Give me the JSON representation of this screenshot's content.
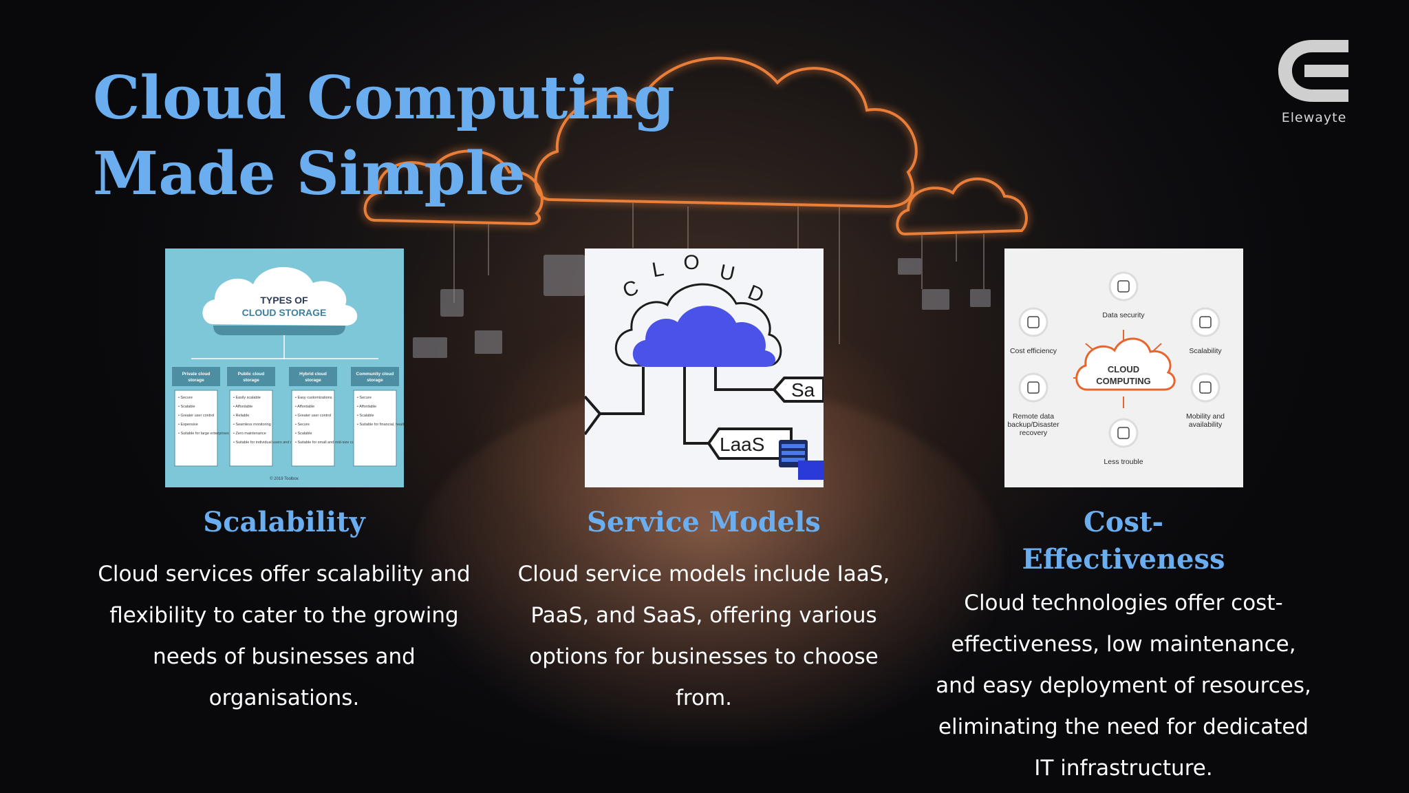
{
  "slide": {
    "title": "Cloud Computing Made Simple",
    "brand": "Elewayte"
  },
  "colors": {
    "heading": "#6aaef0",
    "body_text": "#ffffff",
    "cloud_glow": "#ff8a3c",
    "models_cloud": "#4a52e8",
    "benefits_accent": "#e8642c"
  },
  "cards": [
    {
      "heading": "Scalability",
      "body": "Cloud services offer scalability and flexibility to cater to the growing needs of businesses and organisations.",
      "image": {
        "title_line1": "TYPES OF",
        "title_line2": "CLOUD STORAGE",
        "columns": [
          {
            "header": "Private cloud storage",
            "items": [
              "Secure",
              "Scalable",
              "Greater user control",
              "Expensive",
              "Suitable for large enterprises"
            ]
          },
          {
            "header": "Public cloud storage",
            "items": [
              "Easily scalable",
              "Affordable",
              "Reliable",
              "Seamless monitoring",
              "Zero maintenance",
              "Suitable for individual users and mid-size companies"
            ]
          },
          {
            "header": "Hybrid cloud storage",
            "items": [
              "Easy customizations",
              "Affordable",
              "Greater user control",
              "Secure",
              "Scalable",
              "Suitable for small and mid-size companies"
            ]
          },
          {
            "header": "Community cloud storage",
            "items": [
              "Secure",
              "Affordable",
              "Scalable",
              "Suitable for financial, health and legal or compliance companies"
            ]
          }
        ],
        "footer": "© 2019 Toolbox"
      }
    },
    {
      "heading": "Service Models",
      "body": "Cloud service models include IaaS, PaaS, and SaaS, offering various options for businesses to choose from.",
      "image": {
        "letters": [
          "C",
          "L",
          "O",
          "U",
          "D"
        ],
        "label_saas": "Sa",
        "label_iaas": "LaaS"
      }
    },
    {
      "heading": "Cost-Effectiveness",
      "body": "Cloud technologies offer cost-effectiveness, low maintenance, and easy deployment of resources, eliminating the need for dedicated IT infrastructure.",
      "image": {
        "center_line1": "CLOUD",
        "center_line2": "COMPUTING",
        "benefits": [
          {
            "label": "Data security",
            "icon": "lock-icon"
          },
          {
            "label": "Scalability",
            "icon": "chart-icon"
          },
          {
            "label": "Mobility and availability",
            "icon": "mobile-icon"
          },
          {
            "label": "Less trouble",
            "icon": "tools-icon"
          },
          {
            "label": "Remote data backup/Disaster recovery",
            "icon": "server-icon"
          },
          {
            "label": "Cost efficiency",
            "icon": "coins-icon"
          }
        ]
      }
    }
  ]
}
